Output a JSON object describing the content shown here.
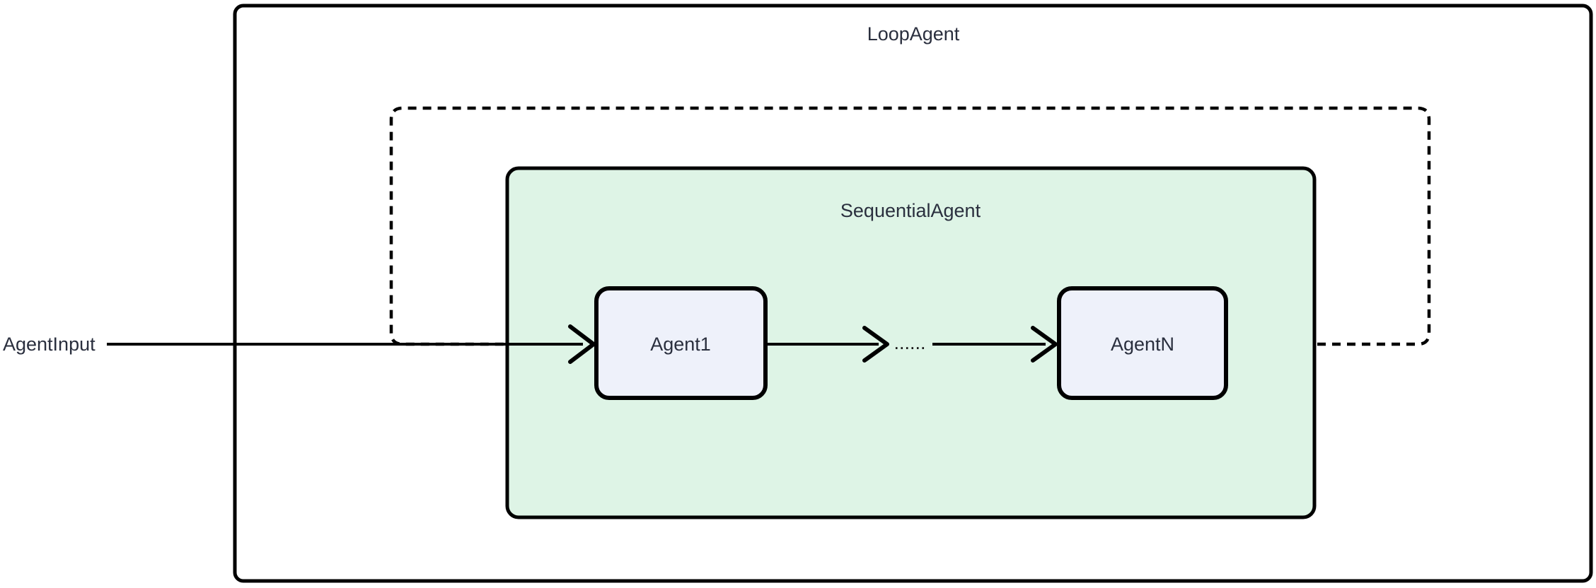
{
  "diagram": {
    "kind": "flowchart",
    "input": {
      "label": "AgentInput"
    },
    "containers": [
      {
        "id": "loop",
        "label": "LoopAgent",
        "border": "solid",
        "fill": "#ffffff"
      },
      {
        "id": "sequential",
        "label": "SequentialAgent",
        "border": "solid",
        "fill": "#def4e6"
      }
    ],
    "nodes": [
      {
        "id": "agent1",
        "label": "Agent1",
        "fill": "#eef1fa"
      },
      {
        "id": "ellipsis",
        "label": "......"
      },
      {
        "id": "agentN",
        "label": "AgentN",
        "fill": "#eef1fa"
      }
    ],
    "edges": [
      {
        "from": "AgentInput",
        "to": "Agent1",
        "style": "solid-arrow"
      },
      {
        "from": "Agent1",
        "to": "ellipsis",
        "style": "solid-arrow"
      },
      {
        "from": "ellipsis",
        "to": "AgentN",
        "style": "solid-arrow"
      },
      {
        "from": "AgentN",
        "to": "Agent1",
        "style": "dashed-loop-back"
      }
    ],
    "colors": {
      "background": "#ffffff",
      "border": "#000000",
      "sequential_fill": "#def4e6",
      "node_fill": "#eef1fa",
      "text": "#2a2f3e"
    }
  }
}
